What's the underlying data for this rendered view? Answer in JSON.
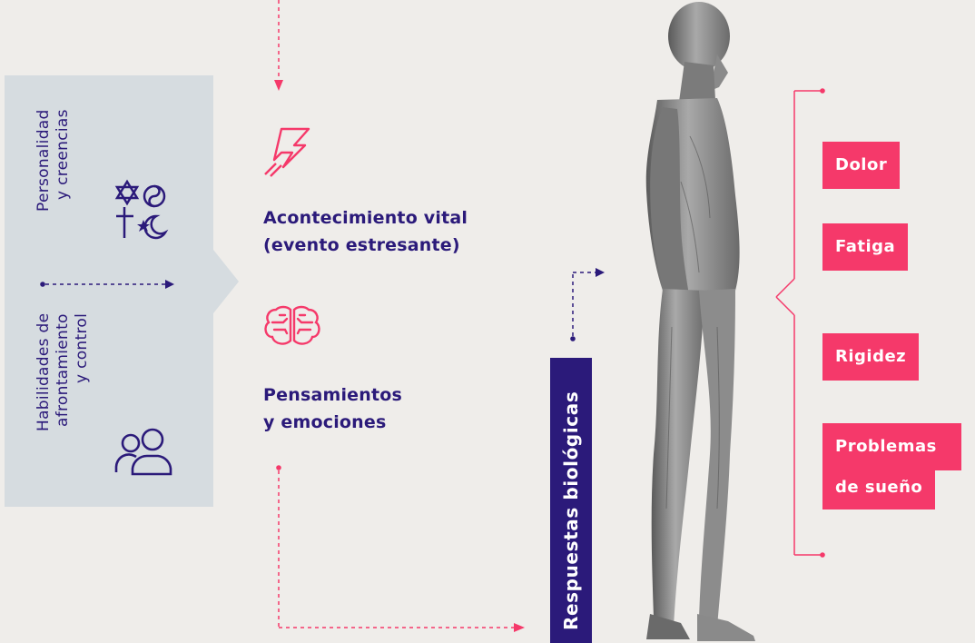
{
  "left_panel": {
    "personality_label": [
      "Personalidad",
      "y creencias"
    ],
    "coping_label": [
      "Habilidades de",
      "afrontamiento",
      "y control"
    ],
    "personality_icon": "religion-symbols-icon",
    "coping_icon": "people-icon"
  },
  "center": {
    "event_icon": "lightning-icon",
    "event_text": [
      "Acontecimiento vital",
      "(evento estresante)"
    ],
    "thoughts_icon": "brain-icon",
    "thoughts_text": [
      "Pensamientos",
      "y emociones"
    ]
  },
  "bio_label": "Respuestas biológicas",
  "figure": "human-muscle-anatomy-figure",
  "symptoms": [
    "Dolor",
    "Fatiga",
    "Rigidez",
    "Problemas",
    "de sueño"
  ],
  "colors": {
    "navy": "#2b1a7a",
    "pink": "#f5396a",
    "panel": "#d6dce0",
    "background": "#efedea"
  }
}
